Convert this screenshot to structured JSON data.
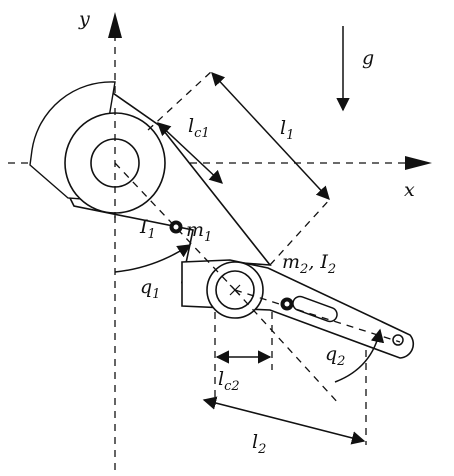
{
  "labels": {
    "y": "y",
    "x": "x",
    "g": "g",
    "l1_base": "l",
    "l1_sub": "1",
    "lc1_base": "l",
    "lc1_sub": "c1",
    "I1_base": "I",
    "I1_sub": "1",
    "m1_base": "m",
    "m1_sub": "1",
    "q1_base": "q",
    "q1_sub": "1",
    "m2_base": "m",
    "m2_sub": "2",
    "m2_sep": ", ",
    "I2_base": "I",
    "I2_sub": "2",
    "q2_base": "q",
    "q2_sub": "2",
    "lc2_base": "l",
    "lc2_sub": "c2",
    "l2_base": "l",
    "l2_sub": "2"
  },
  "colors": {
    "ink": "#111111",
    "background": "#ffffff"
  },
  "icons": {
    "center_of_mass": "center-of-mass-icon",
    "joint_marker": "joint-cross-icon",
    "gravity": "arrow-down-icon"
  }
}
